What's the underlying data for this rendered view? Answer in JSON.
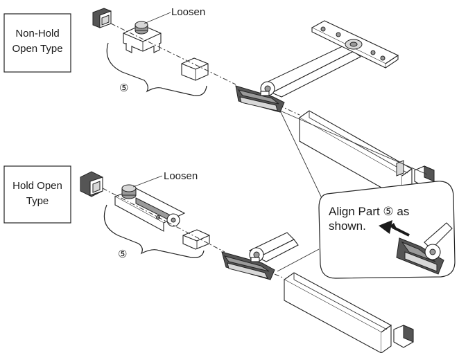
{
  "labels": {
    "non_hold_box": [
      "Non-Hold",
      "Open Type"
    ],
    "hold_box": [
      "Hold Open",
      "Type"
    ],
    "loosen_top": "Loosen",
    "loosen_bottom": "Loosen",
    "part_marker_top": "⑤",
    "part_marker_bottom": "⑤",
    "callout": [
      "Align Part ⑤ as",
      "shown."
    ]
  },
  "colors": {
    "line": "#222222",
    "fill_dark": "#555555",
    "fill_mid": "#9a9a9a",
    "fill_light": "#d8d8d8"
  }
}
